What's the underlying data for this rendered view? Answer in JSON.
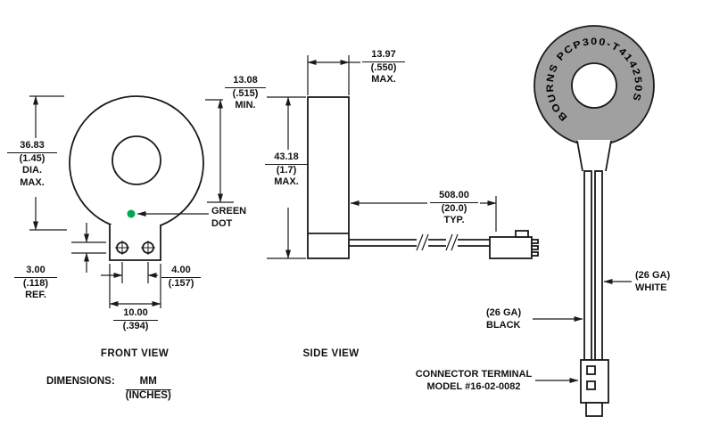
{
  "front_view": {
    "title": "FRONT VIEW",
    "green_dot": {
      "line1": "GREEN",
      "line2": "DOT"
    },
    "dims": {
      "diameter": {
        "mm": "36.83",
        "inches": "(1.45)",
        "note1": "DIA.",
        "note2": "MAX."
      },
      "height_min": {
        "mm": "13.08",
        "inches": "(.515)",
        "note1": "MIN."
      },
      "standoff_ref": {
        "mm": "3.00",
        "inches": "(.118)",
        "note1": "REF."
      },
      "hole_spacing": {
        "mm": "4.00",
        "inches": "(.157)"
      },
      "tab_width": {
        "mm": "10.00",
        "inches": "(.394)"
      }
    }
  },
  "side_view": {
    "title": "SIDE VIEW",
    "dims": {
      "thickness_max": {
        "mm": "13.97",
        "inches": "(.550)",
        "note1": "MAX."
      },
      "height_max": {
        "mm": "43.18",
        "inches": "(1.7)",
        "note1": "MAX."
      },
      "lead_length": {
        "mm": "508.00",
        "inches": "(20.0)",
        "note1": "TYP."
      }
    }
  },
  "rear_view": {
    "ring_text": "BOURNS PCP300-T414250S",
    "white_wire": {
      "line1": "(26 GA)",
      "line2": "WHITE"
    },
    "black_wire": {
      "line1": "(26 GA)",
      "line2": "BLACK"
    },
    "connector": {
      "line1": "CONNECTOR TERMINAL",
      "line2": "MODEL #16-02-0082"
    }
  },
  "footer": {
    "label": "DIMENSIONS:",
    "units_mm": "MM",
    "units_inches": "(INCHES)"
  },
  "colors": {
    "green_dot": "#00a651",
    "ring_fill": "#a0a0a0",
    "line": "#1a1a1a"
  }
}
